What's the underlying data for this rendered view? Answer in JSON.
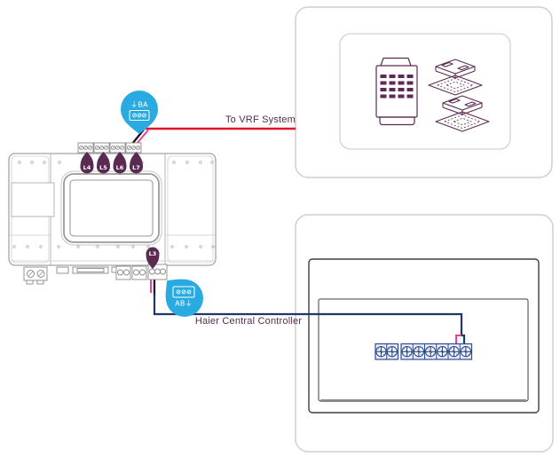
{
  "diagram": {
    "gateway": {
      "top_port_labels": [
        "L4",
        "L5",
        "L6",
        "L7"
      ],
      "bottom_port_label": "L3",
      "top_terminal_callout": "⏚BA",
      "bottom_terminal_callout": "AB⏚"
    },
    "connections": {
      "vrf": {
        "label": "To VRF System"
      },
      "central_controller": {
        "label": "Haier Central Controller"
      }
    },
    "colors": {
      "callout_blue": "#29abe2",
      "marker_plum": "#5b2a50",
      "label_text": "#532d4e",
      "vrf_wire_red": "#e2122f",
      "controller_wire_navy": "#1f3864",
      "wire_pink": "#ee3c9b",
      "wire_black": "#111111",
      "terminal_blue": "#2e4b8f",
      "panel_border_gray": "#cfcfcf",
      "device_outline_gray": "#a3a3a3"
    }
  }
}
